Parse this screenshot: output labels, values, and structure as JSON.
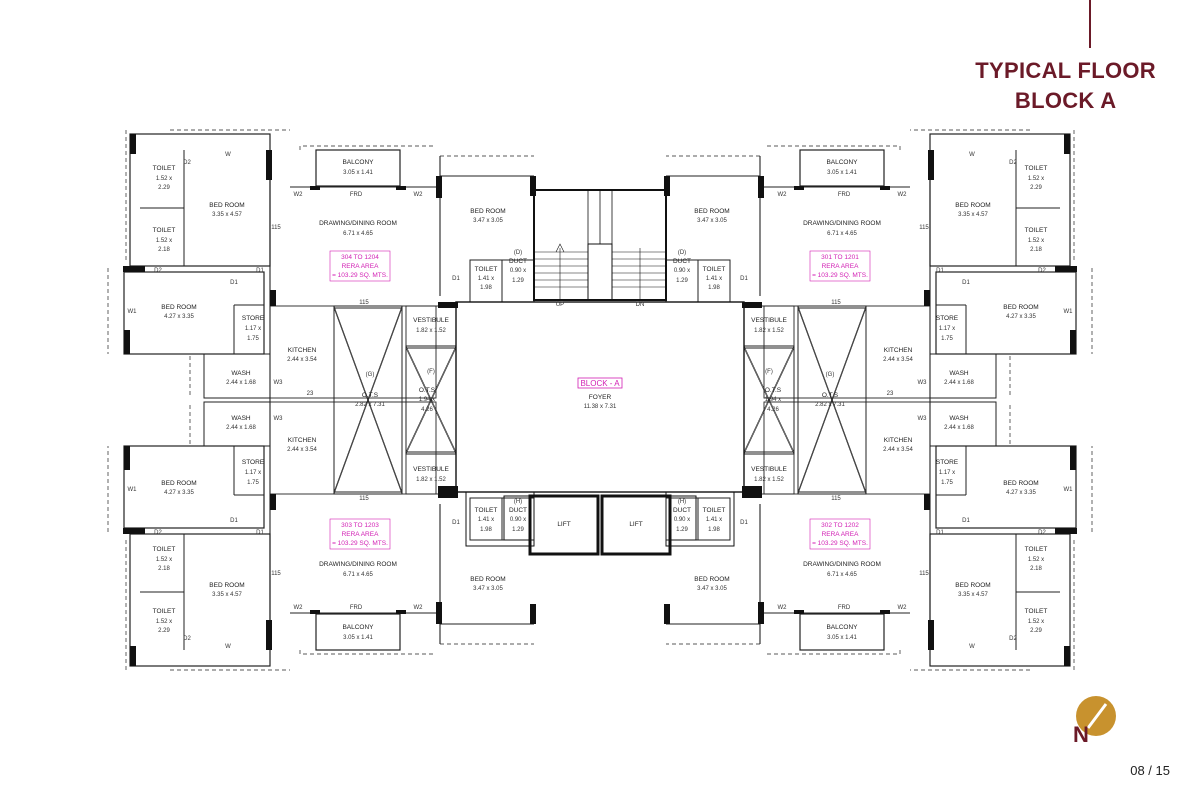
{
  "header": {
    "title_line1": "TYPICAL FLOOR",
    "title_line2": "BLOCK A"
  },
  "page_number": "08 / 15",
  "colors": {
    "brand": "#6b1a28",
    "gold": "#c8922e",
    "rera": "#d21fb4"
  },
  "logo_icon": "north-arrow-icon",
  "logo_letter": "N",
  "plan": {
    "core": {
      "block_label": "BLOCK - A",
      "foyer_name": "FOYER",
      "foyer_size": "11.38 x 7.31",
      "lift_label": "LIFT",
      "up_label": "UP",
      "dn_label": "DN"
    },
    "rera": {
      "tl_units": "304 TO 1204",
      "tr_units": "301 TO 1201",
      "bl_units": "303 TO 1203",
      "br_units": "302 TO 1202",
      "area_label": "RERA AREA",
      "area_value": "= 103.29 SQ. MTS."
    },
    "rooms": {
      "toilet": "TOILET",
      "toilet_a": "1.52 x",
      "toilet_a2": "2.29",
      "toilet_b": "1.52 x",
      "toilet_b2": "2.18",
      "toilet_c": "1.41 x",
      "toilet_c2": "1.98",
      "bedroom": "BED ROOM",
      "bed_main": "3.35 x 4.57",
      "bed_side": "4.27 x 3.35",
      "bed_inner": "3.47 x 3.05",
      "drawing": "DRAWING/DINING ROOM",
      "drawing_size": "6.71 x 4.65",
      "balcony": "BALCONY",
      "balcony_size": "3.05 x 1.41",
      "store": "STORE",
      "store_a": "1.17 x",
      "store_b": "1.75",
      "kitchen": "KITCHEN",
      "kitchen_size": "2.44 x 3.54",
      "wash": "WASH",
      "wash_size": "2.44 x 1.68",
      "vestibule": "VESTIBULE",
      "vestibule_size": "1.82 x 1.52",
      "ots": "O.T.S",
      "ots_big": "2.82 x 7.31",
      "ots_small_a": "1.94 x",
      "ots_small_b": "4.26",
      "duct": "DUCT",
      "duct_a": "0.90 x",
      "duct_b": "1.29",
      "g": "(G)",
      "f": "(F)",
      "d": "(D)",
      "h": "(H)"
    },
    "marks": {
      "w": "W",
      "w1": "W1",
      "w2": "W2",
      "w3": "W3",
      "d1": "D1",
      "d2": "D2",
      "frd": "FRD",
      "dim115": "115",
      "dim23": "23"
    }
  }
}
